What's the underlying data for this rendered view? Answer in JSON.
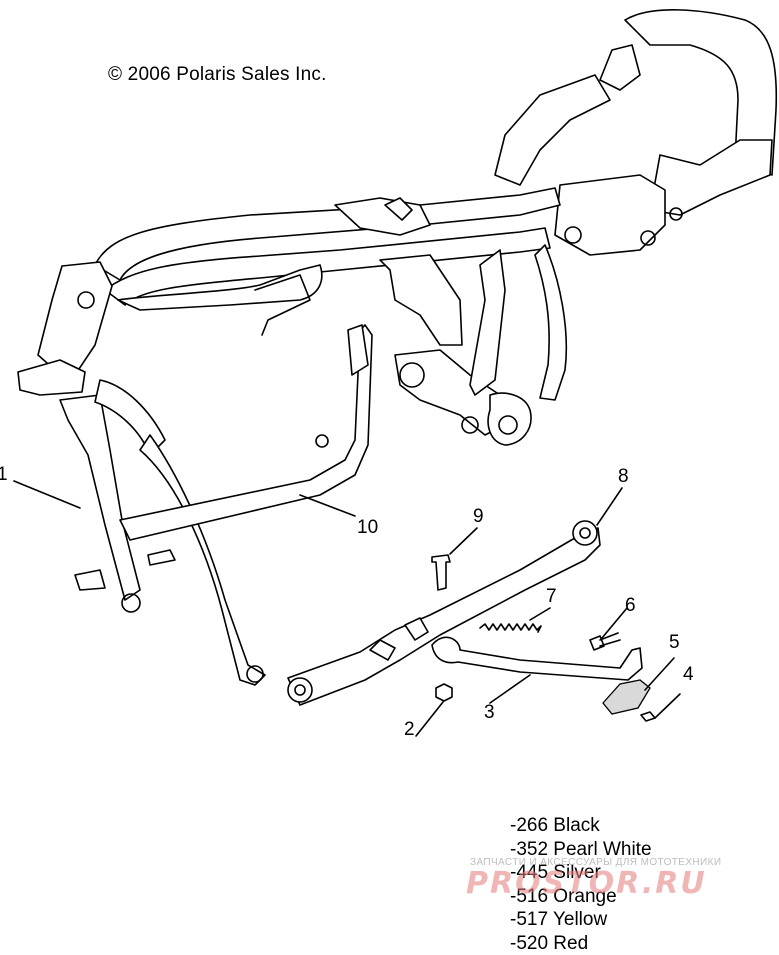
{
  "copyright": "© 2006 Polaris Sales Inc.",
  "callouts": [
    {
      "id": "1",
      "label": "1"
    },
    {
      "id": "2",
      "label": "2"
    },
    {
      "id": "3",
      "label": "3"
    },
    {
      "id": "4",
      "label": "4"
    },
    {
      "id": "5",
      "label": "5"
    },
    {
      "id": "6",
      "label": "6"
    },
    {
      "id": "7",
      "label": "7"
    },
    {
      "id": "8",
      "label": "8"
    },
    {
      "id": "9",
      "label": "9"
    },
    {
      "id": "10",
      "label": "10"
    }
  ],
  "color_codes": [
    "-266 Black",
    "-352 Pearl White",
    "-445 Silver",
    "-516 Orange",
    "-517 Yellow",
    "-520 Red"
  ],
  "watermark": {
    "tagline": "ЗАПЧАСТИ И АКСЕССУАРЫ ДЛЯ МОТОТЕХНИКИ",
    "logo": "PROSTOR.RU",
    "logo_color": "#e57b7b"
  }
}
